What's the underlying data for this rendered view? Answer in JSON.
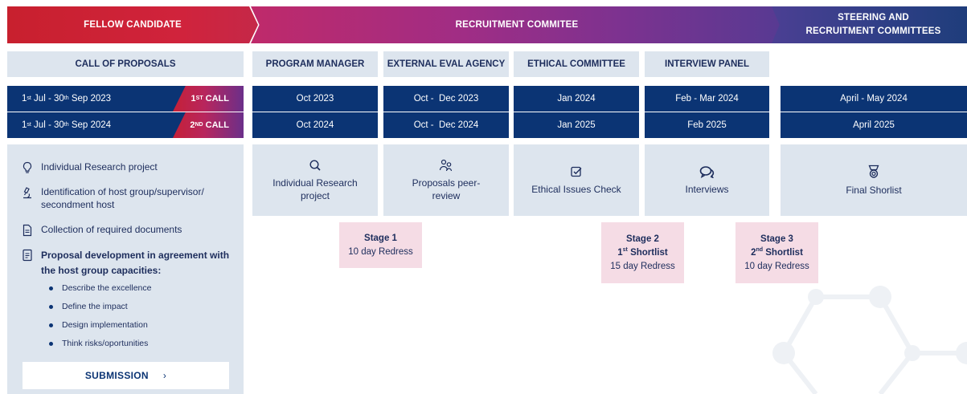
{
  "banners": {
    "fellow": "FELLOW CANDIDATE",
    "recruitment": "RECRUITMENT COMMITEE",
    "steering": "STEERING AND RECRUITMENT COMMITTEES"
  },
  "columns": {
    "call": "CALL OF PROPOSALS",
    "program_manager": "PROGRAM MANAGER",
    "external_eval": "EXTERNAL EVAL AGENCY",
    "ethical": "ETHICAL COMMITTEE",
    "interview": "INTERVIEW PANEL"
  },
  "calls": [
    {
      "start_day": "1",
      "start_sup": "st",
      "start_rest": " Jul - 30",
      "end_sup": "th",
      "end_rest": " Sep 2023",
      "tag_num": "1",
      "tag_sup": "ST",
      "tag_word": " CALL"
    },
    {
      "start_day": "1",
      "start_sup": "st",
      "start_rest": " Jul - 30",
      "end_sup": "th",
      "end_rest": " Sep 2024",
      "tag_num": "2",
      "tag_sup": "ND",
      "tag_word": " CALL"
    }
  ],
  "timeline": {
    "row1": [
      "Oct 2023",
      "Oct -  Dec 2023",
      "Jan 2024",
      "Feb - Mar 2024",
      "April - May 2024"
    ],
    "row2": [
      "Oct 2024",
      "Oct -  Dec 2024",
      "Jan 2025",
      "Feb 2025",
      "April 2025"
    ]
  },
  "tasks": [
    "Individual Research project",
    "Identification of host group/supervisor/ secondment host",
    "Collection of required documents",
    "Proposal development in agreement with the host group capacities:"
  ],
  "bullets": [
    "Describe the excellence",
    "Define the impact",
    "Design implementation",
    "Think risks/oportunities"
  ],
  "submit_label": "SUBMISSION",
  "submit_chevron": "›",
  "activities": [
    {
      "icon": "search-icon",
      "label": "Individual Research project"
    },
    {
      "icon": "people-icon",
      "label": "Proposals peer-review"
    },
    {
      "icon": "checkbox-icon",
      "label": "Ethical Issues Check"
    },
    {
      "icon": "chat-icon",
      "label": "Interviews"
    },
    {
      "icon": "medal-icon",
      "label": "Final Shorlist"
    }
  ],
  "stages": [
    {
      "title": "Stage 1",
      "shortlist_num": "",
      "shortlist_sup": "",
      "shortlist_word": "",
      "redress": "10 day Redress"
    },
    {
      "title": "Stage 2",
      "shortlist_num": "1",
      "shortlist_sup": "st",
      "shortlist_word": " Shortlist",
      "redress": "15 day Redress"
    },
    {
      "title": "Stage 3",
      "shortlist_num": "2",
      "shortlist_sup": "nd",
      "shortlist_word": " Shortlist",
      "redress": "10 day Redress"
    }
  ],
  "colors": {
    "navy": "#0b3474",
    "light_panel": "#dde5ee",
    "stage_pink": "#f5dce5",
    "banner_red": "#c8202e",
    "banner_purple": "#8f2f8a",
    "banner_blue": "#2e3f86"
  }
}
